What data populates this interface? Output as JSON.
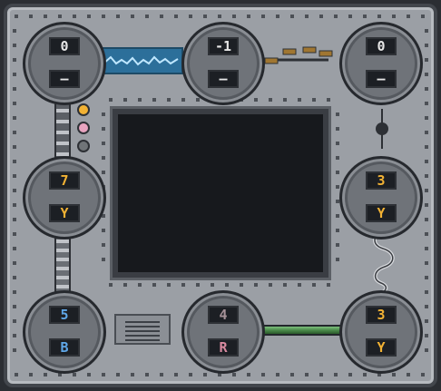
{
  "colors": {
    "panel": "#9b9fa5",
    "panel_border": "#42464c",
    "rivet": "#4c5056",
    "digit_white": "#e6e6e6",
    "digit_yellow": "#f2b234",
    "digit_blue": "#5fa7e8",
    "digit_pink": "#d98aa0",
    "digit_dim": "#a59198",
    "led_yellow": "#f2b234",
    "led_pink": "#e8a4c0",
    "led_off": "#707478",
    "wave": "#bfe7ff",
    "pipe_green": "#4a8a4a"
  },
  "dials": [
    {
      "id": "top-left",
      "top": "0",
      "bottom": "–",
      "top_color": "white",
      "bottom_color": "white"
    },
    {
      "id": "top-center",
      "top": "-1",
      "bottom": "–",
      "top_color": "white",
      "bottom_color": "white"
    },
    {
      "id": "top-right",
      "top": "0",
      "bottom": "–",
      "top_color": "white",
      "bottom_color": "white"
    },
    {
      "id": "mid-left",
      "top": "7",
      "bottom": "Y",
      "top_color": "yellow",
      "bottom_color": "yellow"
    },
    {
      "id": "mid-right",
      "top": "3",
      "bottom": "Y",
      "top_color": "yellow",
      "bottom_color": "yellow"
    },
    {
      "id": "bottom-left",
      "top": "5",
      "bottom": "B",
      "top_color": "blue",
      "bottom_color": "blue"
    },
    {
      "id": "bottom-center",
      "top": "4",
      "bottom": "R",
      "top_color": "dim",
      "bottom_color": "pink"
    },
    {
      "id": "bottom-right",
      "top": "3",
      "bottom": "Y",
      "top_color": "yellow",
      "bottom_color": "yellow"
    }
  ],
  "indicator_lights": [
    "yellow",
    "pink",
    "off"
  ],
  "icons": {
    "wave": "waveform-display",
    "switch": "toggle-switch-icon",
    "antenna": "antenna-icon",
    "cable": "coiled-cable-icon",
    "chain": "chain-link-icon",
    "vent": "vent-grille-icon"
  }
}
